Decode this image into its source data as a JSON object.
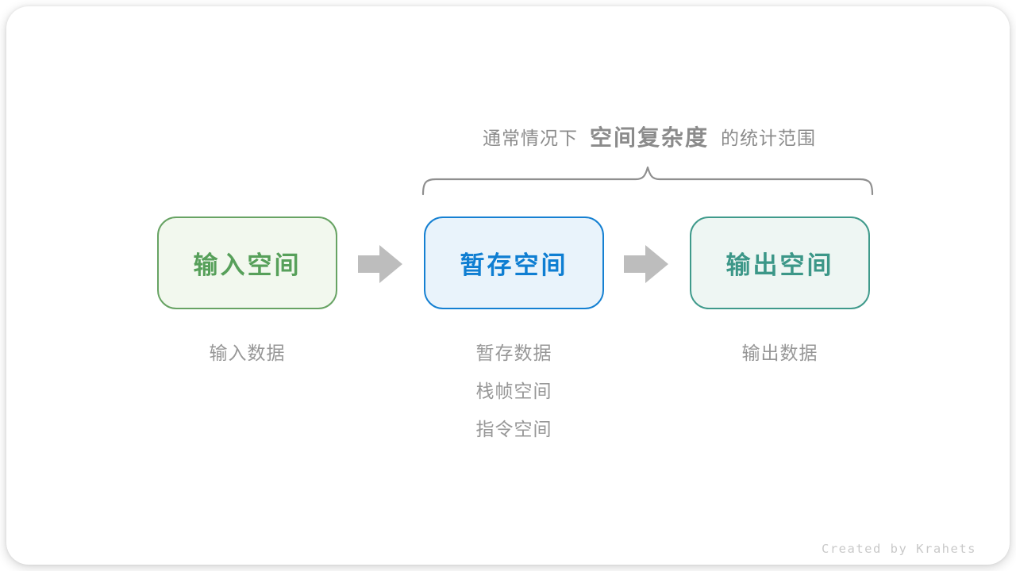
{
  "header": {
    "prefix": "通常情况下",
    "highlight": "空间复杂度",
    "suffix": "的统计范围",
    "text_color": "#8b8b8b"
  },
  "brace": {
    "color": "#8f8f8f"
  },
  "flow": {
    "boxes": [
      {
        "id": "input-space",
        "label": "输入空间",
        "border_color": "#67a363",
        "background_color": "#f2f8ee",
        "text_color": "#57a05a",
        "notes": [
          "输入数据"
        ]
      },
      {
        "id": "temp-space",
        "label": "暂存空间",
        "border_color": "#1580d2",
        "background_color": "#e9f3fb",
        "text_color": "#0f7ed2",
        "notes": [
          "暂存数据",
          "栈帧空间",
          "指令空间"
        ]
      },
      {
        "id": "output-space",
        "label": "输出空间",
        "border_color": "#3f9a8b",
        "background_color": "#eef6f3",
        "text_color": "#3c9788",
        "notes": [
          "输出数据"
        ]
      }
    ],
    "arrow_color": "#bdbdbd",
    "note_color": "#979797"
  },
  "footer": {
    "credit": "Created by Krahets",
    "text_color": "#c9c9c9"
  }
}
